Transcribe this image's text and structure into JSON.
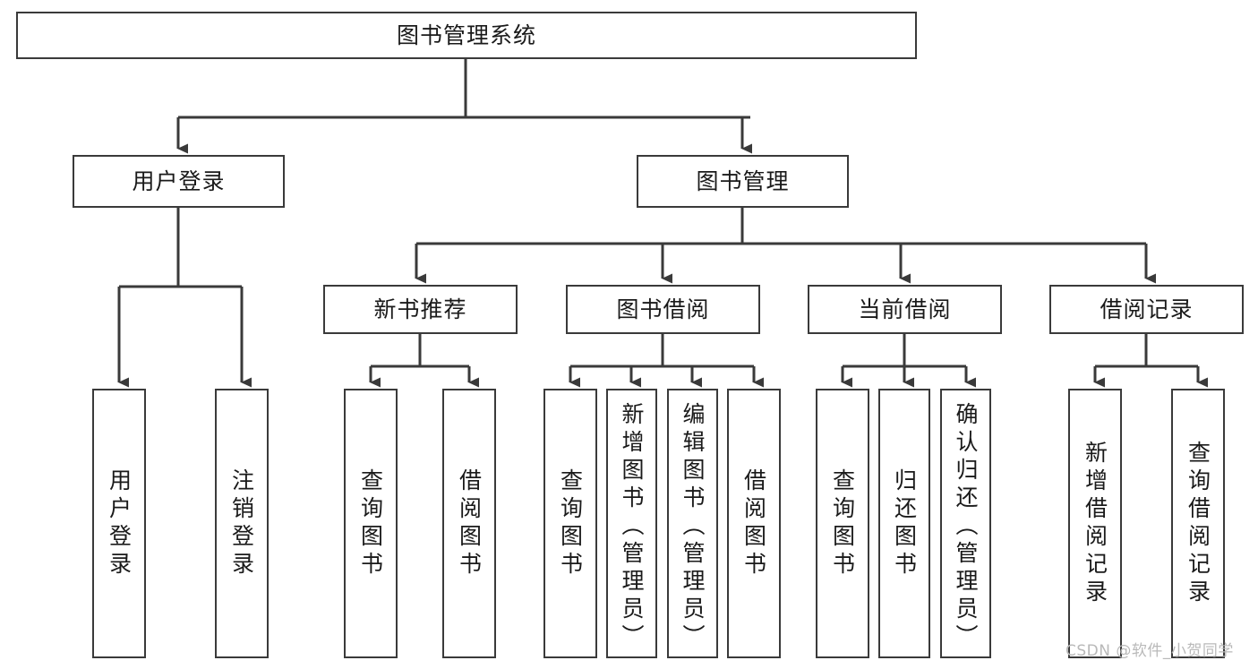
{
  "diagram": {
    "type": "tree",
    "title": "图书管理系统",
    "root": {
      "id": "root",
      "label": "图书管理系统"
    },
    "level1": [
      {
        "id": "user-login",
        "label": "用户登录"
      },
      {
        "id": "book-manage",
        "label": "图书管理"
      }
    ],
    "level2": [
      {
        "id": "new-book-rec",
        "label": "新书推荐",
        "parent": "book-manage"
      },
      {
        "id": "book-borrow",
        "label": "图书借阅",
        "parent": "book-manage"
      },
      {
        "id": "current-borrow",
        "label": "当前借阅",
        "parent": "book-manage"
      },
      {
        "id": "borrow-record",
        "label": "借阅记录",
        "parent": "book-manage"
      }
    ],
    "leaves": [
      {
        "id": "leaf-user-login",
        "label": "用户登录",
        "parent": "user-login"
      },
      {
        "id": "leaf-user-logout",
        "label": "注销登录",
        "parent": "user-login"
      },
      {
        "id": "leaf-query-book-1",
        "label": "查询图书",
        "parent": "new-book-rec"
      },
      {
        "id": "leaf-borrow-book-1",
        "label": "借阅图书",
        "parent": "new-book-rec"
      },
      {
        "id": "leaf-query-book-2",
        "label": "查询图书",
        "parent": "book-borrow"
      },
      {
        "id": "leaf-add-book",
        "label": "新增图书（管理员）",
        "parent": "book-borrow"
      },
      {
        "id": "leaf-edit-book",
        "label": "编辑图书（管理员）",
        "parent": "book-borrow"
      },
      {
        "id": "leaf-borrow-book-2",
        "label": "借阅图书",
        "parent": "book-borrow"
      },
      {
        "id": "leaf-query-book-3",
        "label": "查询图书",
        "parent": "current-borrow"
      },
      {
        "id": "leaf-return-book",
        "label": "归还图书",
        "parent": "current-borrow"
      },
      {
        "id": "leaf-confirm-return",
        "label": "确认归还（管理员）",
        "parent": "current-borrow"
      },
      {
        "id": "leaf-add-record",
        "label": "新增借阅记录",
        "parent": "borrow-record"
      },
      {
        "id": "leaf-query-record",
        "label": "查询借阅记录",
        "parent": "borrow-record"
      }
    ],
    "colors": {
      "stroke": "#3a3a3a",
      "fill": "#ffffff",
      "text": "#1a1a1a",
      "watermark": "#b9b9b9"
    }
  },
  "watermark": {
    "text": "CSDN @软件_小贺同学"
  }
}
